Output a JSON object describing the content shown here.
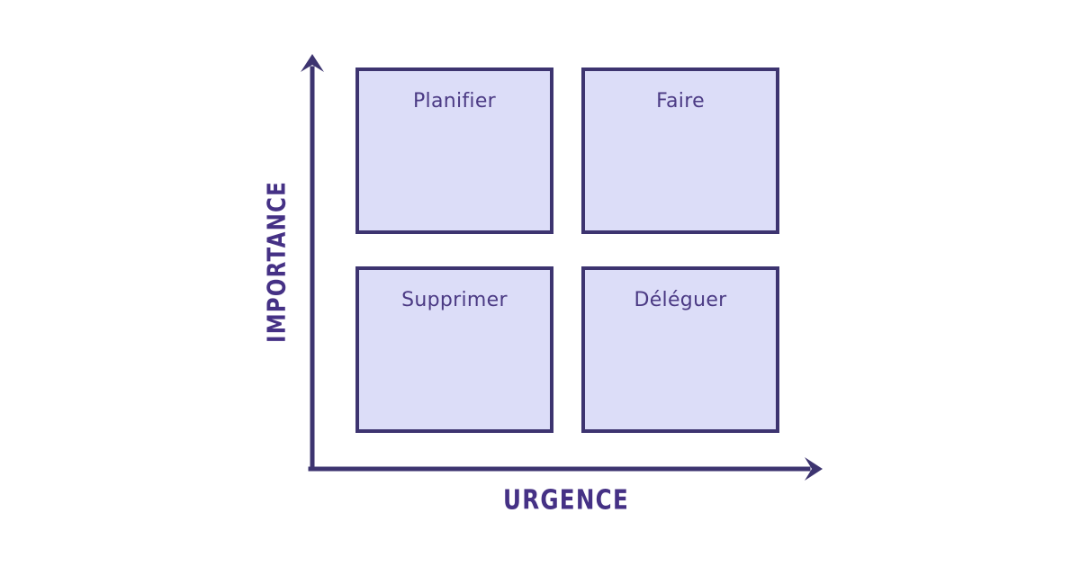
{
  "matrix": {
    "y_axis": {
      "label": "IMPORTANCE"
    },
    "x_axis": {
      "label": "URGENCE"
    },
    "quadrants": [
      {
        "position": "top-left",
        "label": "Planifier"
      },
      {
        "position": "top-right",
        "label": "Faire"
      },
      {
        "position": "bottom-left",
        "label": "Supprimer"
      },
      {
        "position": "bottom-right",
        "label": "Déléguer"
      }
    ],
    "colors": {
      "accent": "#3d3470",
      "box_fill": "#dcddf8",
      "box_label": "#4b3a84",
      "axis_label": "#453185",
      "background": "#ffffff"
    }
  }
}
